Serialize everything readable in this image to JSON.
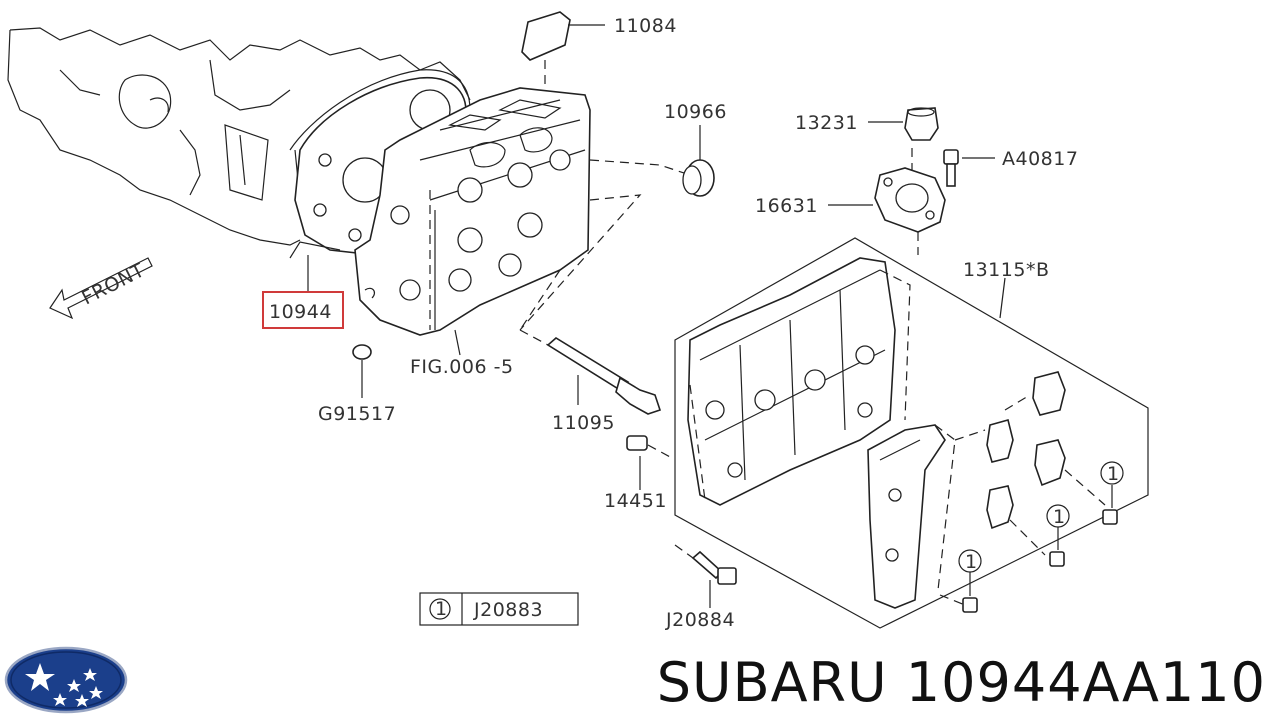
{
  "diagram": {
    "labels": {
      "front": "FRONT",
      "p11084": "11084",
      "p10966": "10966",
      "p13231": "13231",
      "pA40817": "A40817",
      "p16631": "16631",
      "p13115": "13115*B",
      "p10944": "10944",
      "pFig": "FIG.006 -5",
      "pG91517": "G91517",
      "p11095": "11095",
      "p14451": "14451",
      "p20884": "J20884",
      "legend_num": "1",
      "legend_code": "J20883",
      "callout_num": "1"
    },
    "highlight_color": "#d03a3a"
  },
  "footer": {
    "brand_text": "SUBARU 10944AA110"
  },
  "logo": {
    "icon": "subaru-logo-icon",
    "color": "#1b3f8b"
  }
}
